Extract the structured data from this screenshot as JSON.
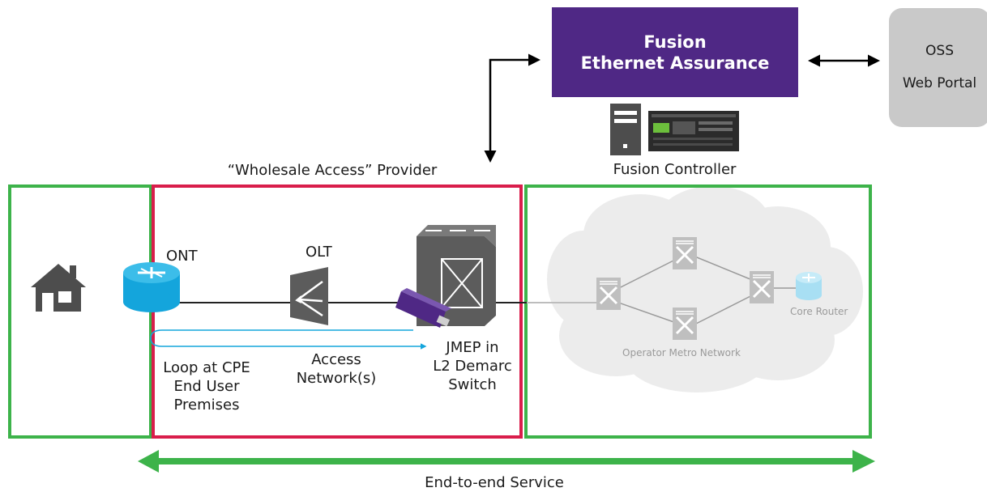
{
  "fusion": {
    "line1": "Fusion",
    "line2": "Ethernet Assurance"
  },
  "oss": {
    "line1": "OSS",
    "line2": "Web Portal"
  },
  "controller": {
    "label": "Fusion Controller"
  },
  "wholesale": {
    "label": "“Wholesale Access” Provider"
  },
  "devices": {
    "ont": "ONT",
    "olt": "OLT",
    "jmep": [
      "JMEP in",
      "L2 Demarc",
      "Switch"
    ]
  },
  "loop": [
    "Loop at CPE",
    "End User",
    "Premises"
  ],
  "access": [
    "Access",
    "Network(s)"
  ],
  "metro": {
    "core_router": "Core Router",
    "network": "Operator Metro Network"
  },
  "service": {
    "label": "End-to-end Service"
  },
  "colors": {
    "purple": "#4f2885",
    "green_box": "#3db34a",
    "red_box": "#d91d4b",
    "cyan": "#14a5dc",
    "grey": "#c9c9c9"
  }
}
